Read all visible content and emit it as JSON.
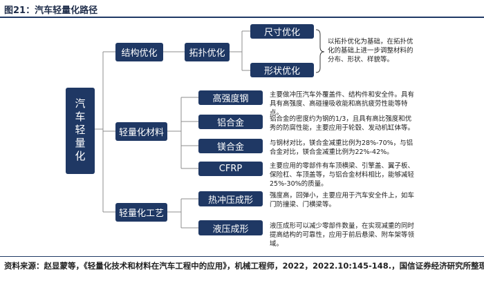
{
  "figure": {
    "title": "图21：汽车轻量化路径",
    "source": "资料来源：赵显蒙等，《轻量化技术和材料在汽车工程中的应用》，机械工程师，2022，2022.10:145-148.，国信证券经济研究所整理"
  },
  "diagram": {
    "root": "汽车轻量化",
    "branch_structure": "结构优化",
    "topology": "拓扑优化",
    "size_opt": "尺寸优化",
    "shape_opt": "形状优化",
    "topology_desc": "以拓扑优化为基础，在拓扑优化的基础上进一步调整材料的分布、形状、样貌等。",
    "branch_material": "轻量化材料",
    "materials": [
      {
        "name": "高强度钢",
        "desc": "主要做冲压汽车外覆盖件、结构件和安全件。具有具有高强度、高碰撞吸收能和高抗疲劳性能等特点。"
      },
      {
        "name": "铝合金",
        "desc": "铝合金的密度约为钢的1/3，且具有高比强度和优秀的防腐性能，主要应用于轮毂、发动机缸体等。"
      },
      {
        "name": "镁合金",
        "desc": "与钢材对比，镁合金减重比例为28%-70%，与铝合金对比，镁合金减重比例为22%-42%。"
      },
      {
        "name": "CFRP",
        "desc": "主要应用的零部件有车顶横梁、引擎盖、翼子板、保险杠、车顶盖等，与铝合金材料相比，能够减轻25%-30%的质量。"
      }
    ],
    "branch_process": "轻量化工艺",
    "processes": [
      {
        "name": "热冲压成形",
        "desc": "强度高，回弹小，主要应用于汽车安全件上，如车门防撞梁、门横梁等。"
      },
      {
        "name": "液压成形",
        "desc": "液压成形可以减少零部件数量，在实现减重的同时提高结构的可靠性，应用于前后悬梁、附车架等领域。"
      }
    ]
  }
}
